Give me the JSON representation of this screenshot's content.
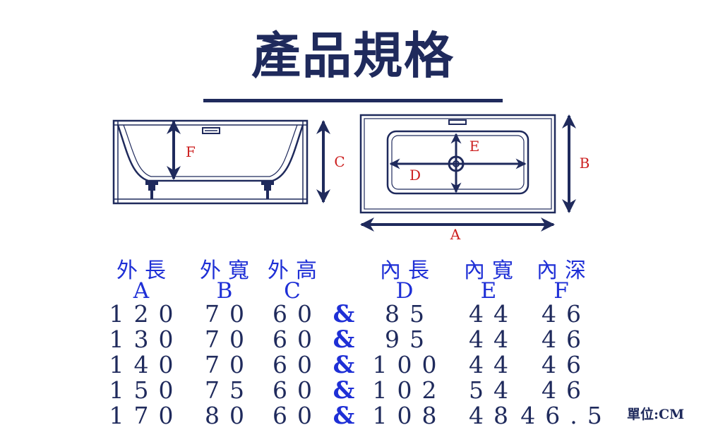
{
  "title": "產品規格",
  "diagram": {
    "label_a": "A",
    "label_b": "B",
    "label_c": "C",
    "label_d": "D",
    "label_e": "E",
    "label_f": "F",
    "accent_color": "#cc1f1f",
    "line_color": "#1f2a5c"
  },
  "table": {
    "headers": [
      "外長",
      "外寬",
      "外高",
      "內長",
      "內寬",
      "內深"
    ],
    "subheaders": [
      "A",
      "B",
      "C",
      "D",
      "E",
      "F"
    ],
    "separator": "&",
    "rows": [
      [
        "120",
        "70",
        "60",
        "85",
        "44",
        "46"
      ],
      [
        "130",
        "70",
        "60",
        "95",
        "44",
        "46"
      ],
      [
        "140",
        "70",
        "60",
        "100",
        "44",
        "46"
      ],
      [
        "150",
        "75",
        "60",
        "102",
        "54",
        "46"
      ],
      [
        "170",
        "80",
        "60",
        "108",
        "48",
        "46.5"
      ]
    ]
  },
  "unit_label": "單位:CM"
}
